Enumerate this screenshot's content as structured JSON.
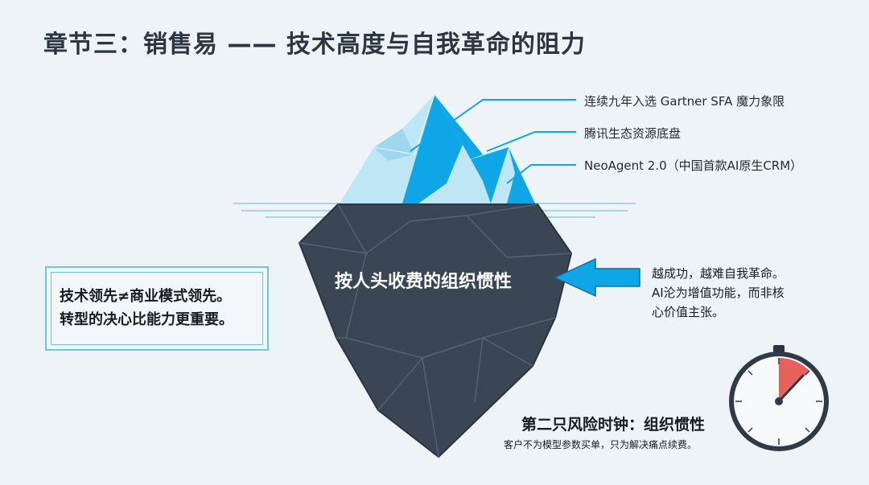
{
  "title": "章节三：销售易 —— 技术高度与自我革命的阻力",
  "annotations": [
    "连续九年入选 Gartner SFA 魔力象限",
    "腾讯生态资源底盘",
    "NeoAgent 2.0（中国首款AI原生CRM）"
  ],
  "iceberg_label": "按人头收费的组织惯性",
  "left_box": {
    "line1": "技术领先≠商业模式领先。",
    "line2": "转型的决心比能力更重要。"
  },
  "right_text": {
    "line1": "越成功，越难自我革命。",
    "line2": "AI沦为增值功能，而非核",
    "line3": "心价值主张。"
  },
  "clock": {
    "title": "第二只风险时钟：组织惯性",
    "subtitle": "客户不为模型参数买单，只为解决痛点续费。"
  },
  "colors": {
    "ice_light": "#bfe6f5",
    "ice_bright": "#0fa6e8",
    "underwater": "#3a4654",
    "accent_red": "#e0463f",
    "arrow": "#0fa6e8"
  }
}
